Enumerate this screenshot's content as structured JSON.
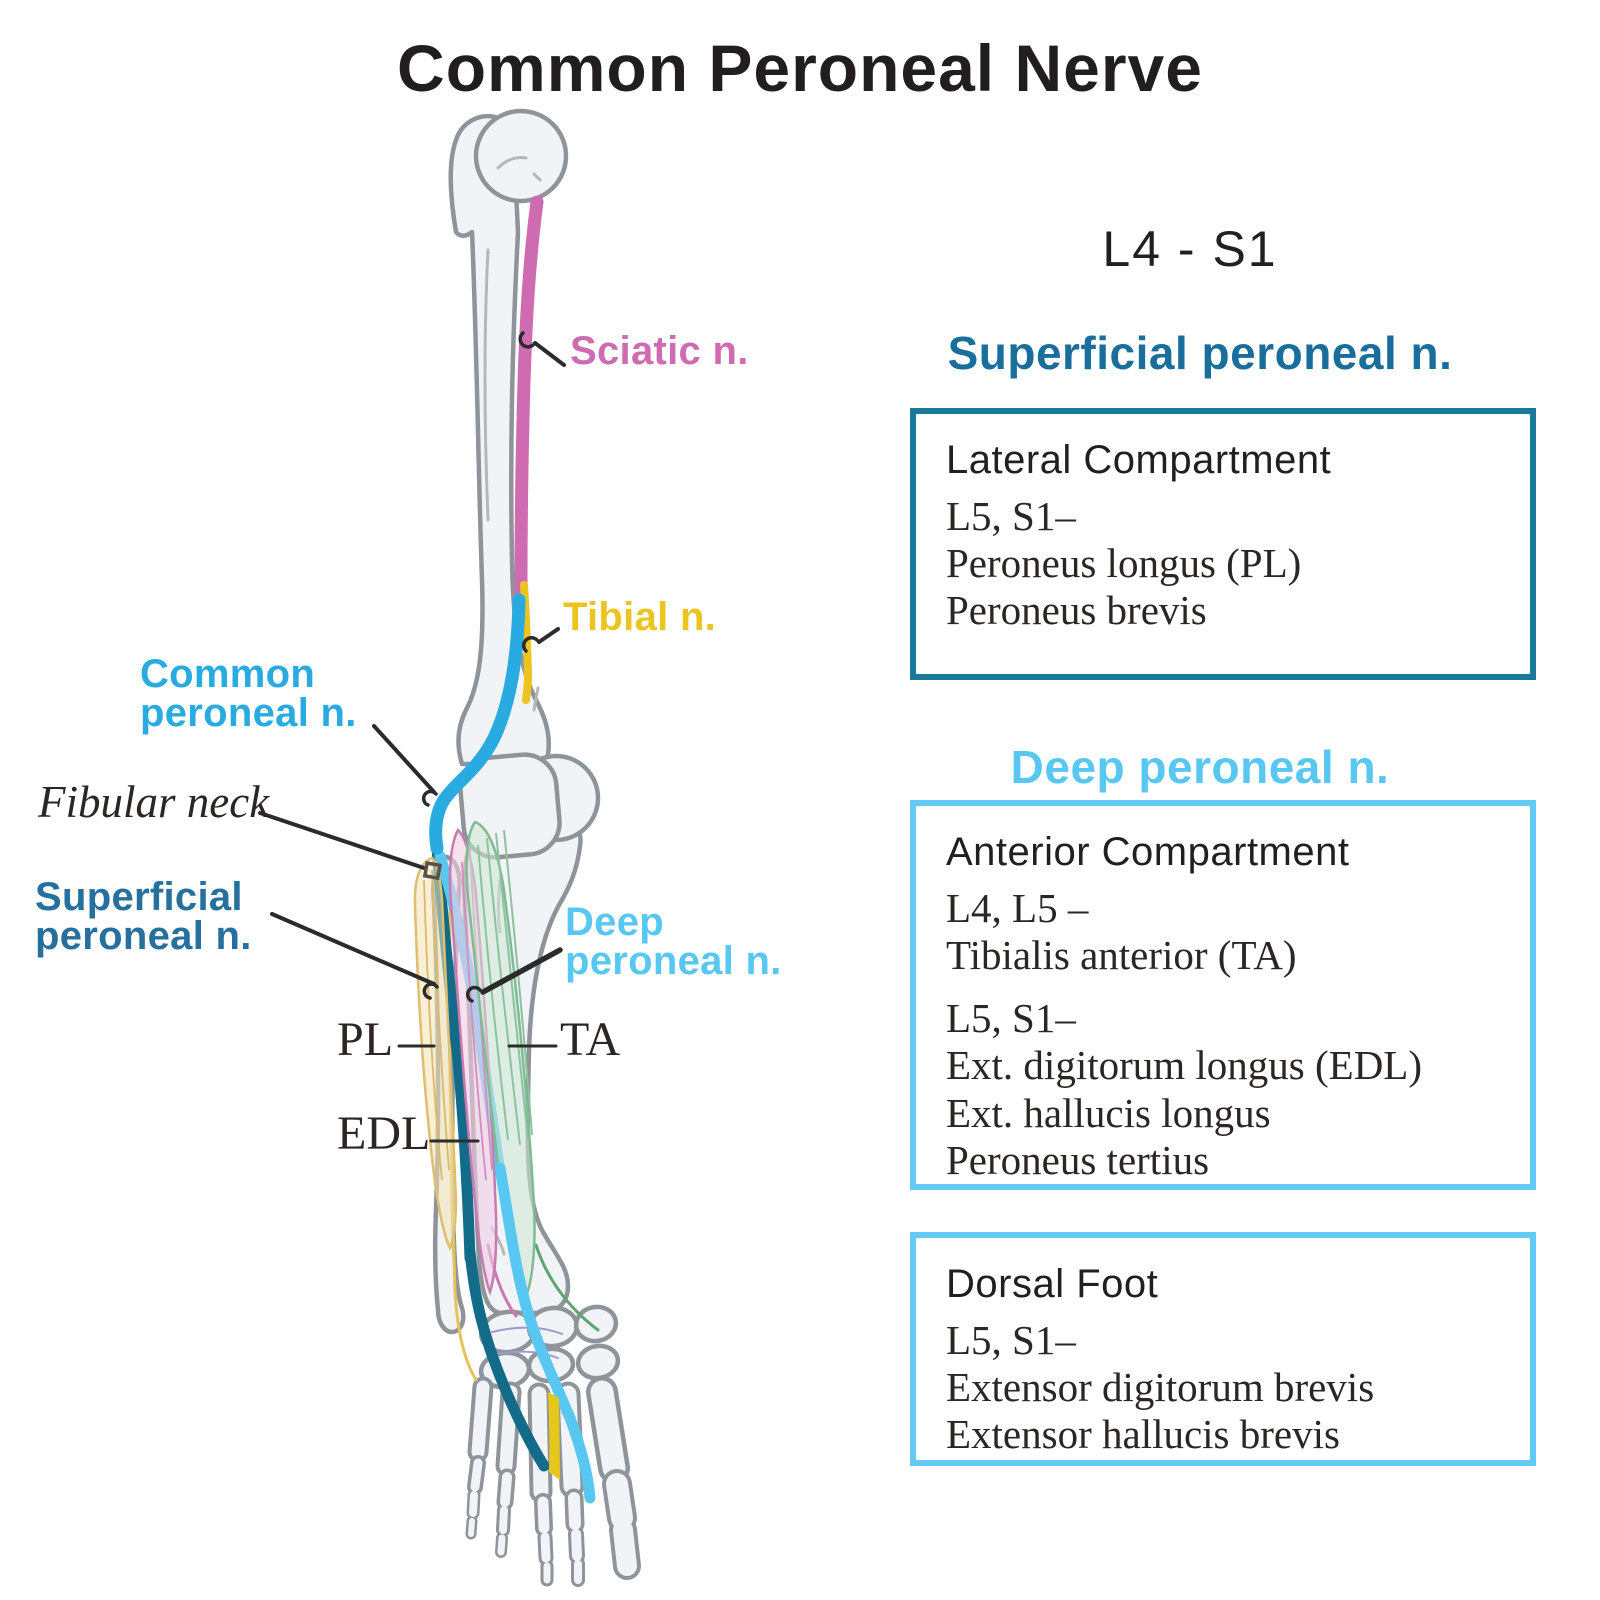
{
  "title": "Common Peroneal Nerve",
  "roots": "L4 - S1",
  "diagram": {
    "labels": {
      "sciatic": "Sciatic n.",
      "tibial": "Tibial n.",
      "common_line1": "Common",
      "common_line2": "peroneal n.",
      "fibular_neck": "Fibular neck",
      "superficial_line1": "Superficial",
      "superficial_line2": "peroneal n.",
      "deep_line1": "Deep",
      "deep_line2": "peroneal n.",
      "pl": "PL",
      "ta": "TA",
      "edl": "EDL"
    }
  },
  "panel": {
    "superficial_header": "Superficial peroneal n.",
    "deep_header": "Deep peroneal n.",
    "boxes": [
      {
        "title": "Lateral Compartment",
        "sections": [
          {
            "lines": [
              "L5, S1–",
              "Peroneus longus (PL)",
              "Peroneus brevis"
            ]
          }
        ]
      },
      {
        "title": "Anterior Compartment",
        "sections": [
          {
            "lines": [
              "L4, L5 –",
              "Tibialis anterior (TA)"
            ]
          },
          {
            "lines": [
              "L5, S1–",
              "Ext. digitorum longus (EDL)",
              "Ext. hallucis longus",
              "Peroneus tertius"
            ]
          }
        ]
      },
      {
        "title": "Dorsal Foot",
        "sections": [
          {
            "lines": [
              "L5, S1–",
              "Extensor digitorum brevis",
              "Extensor hallucis brevis"
            ]
          }
        ]
      }
    ]
  },
  "colors": {
    "sciatic_nerve": "#cf6cb1",
    "tibial_nerve": "#ecc41f",
    "common_peroneal_nerve": "#29abe2",
    "superficial_peroneal_nerve": "#136b8a",
    "superficial_label": "#25709d",
    "superficial_header": "#1a6e9c",
    "superficial_box_border": "#197a99",
    "deep_peroneal_nerve": "#58c7f1",
    "deep_box_border": "#63cbf3",
    "bone_fill": "#f1f3f6",
    "bone_outline": "#8e9499",
    "pl_muscle": "#e9cf8f",
    "edl_muscle": "#e8b5d4",
    "ta_muscle": "#a8d4b6",
    "text_black": "#231f20"
  }
}
